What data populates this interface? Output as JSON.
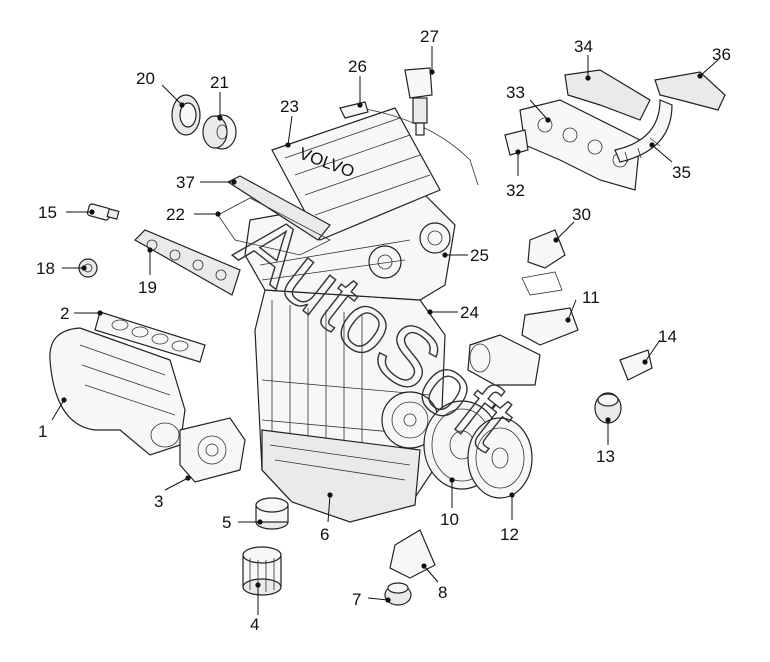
{
  "diagram": {
    "watermark": "AutoSoft",
    "valve_cover_text": "VOLVO",
    "callouts": [
      {
        "id": "c1",
        "label": "1"
      },
      {
        "id": "c2",
        "label": "2"
      },
      {
        "id": "c3",
        "label": "3"
      },
      {
        "id": "c4",
        "label": "4"
      },
      {
        "id": "c5",
        "label": "5"
      },
      {
        "id": "c6",
        "label": "6"
      },
      {
        "id": "c7",
        "label": "7"
      },
      {
        "id": "c8",
        "label": "8"
      },
      {
        "id": "c10",
        "label": "10"
      },
      {
        "id": "c11",
        "label": "11"
      },
      {
        "id": "c12",
        "label": "12"
      },
      {
        "id": "c13",
        "label": "13"
      },
      {
        "id": "c14",
        "label": "14"
      },
      {
        "id": "c15",
        "label": "15"
      },
      {
        "id": "c18",
        "label": "18"
      },
      {
        "id": "c19",
        "label": "19"
      },
      {
        "id": "c20",
        "label": "20"
      },
      {
        "id": "c21",
        "label": "21"
      },
      {
        "id": "c22",
        "label": "22"
      },
      {
        "id": "c23",
        "label": "23"
      },
      {
        "id": "c24",
        "label": "24"
      },
      {
        "id": "c25",
        "label": "25"
      },
      {
        "id": "c26",
        "label": "26"
      },
      {
        "id": "c27",
        "label": "27"
      },
      {
        "id": "c30",
        "label": "30"
      },
      {
        "id": "c32",
        "label": "32"
      },
      {
        "id": "c33",
        "label": "33"
      },
      {
        "id": "c34",
        "label": "34"
      },
      {
        "id": "c35",
        "label": "35"
      },
      {
        "id": "c36",
        "label": "36"
      },
      {
        "id": "c37",
        "label": "37"
      }
    ]
  }
}
